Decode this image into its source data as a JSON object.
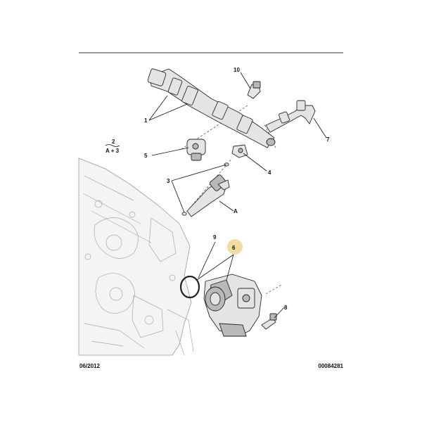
{
  "callouts": {
    "c1": "1",
    "c2": "2",
    "c2_sub": "A + 3",
    "c3": "3",
    "c4": "4",
    "c5": "5",
    "c6": "6",
    "c7": "7",
    "c8": "8",
    "c9": "9",
    "c10": "10",
    "cA": "A"
  },
  "footer": {
    "date": "06/2012",
    "ref": "00084281"
  },
  "colors": {
    "highlight": "#f3dca4",
    "line": "#111111"
  }
}
